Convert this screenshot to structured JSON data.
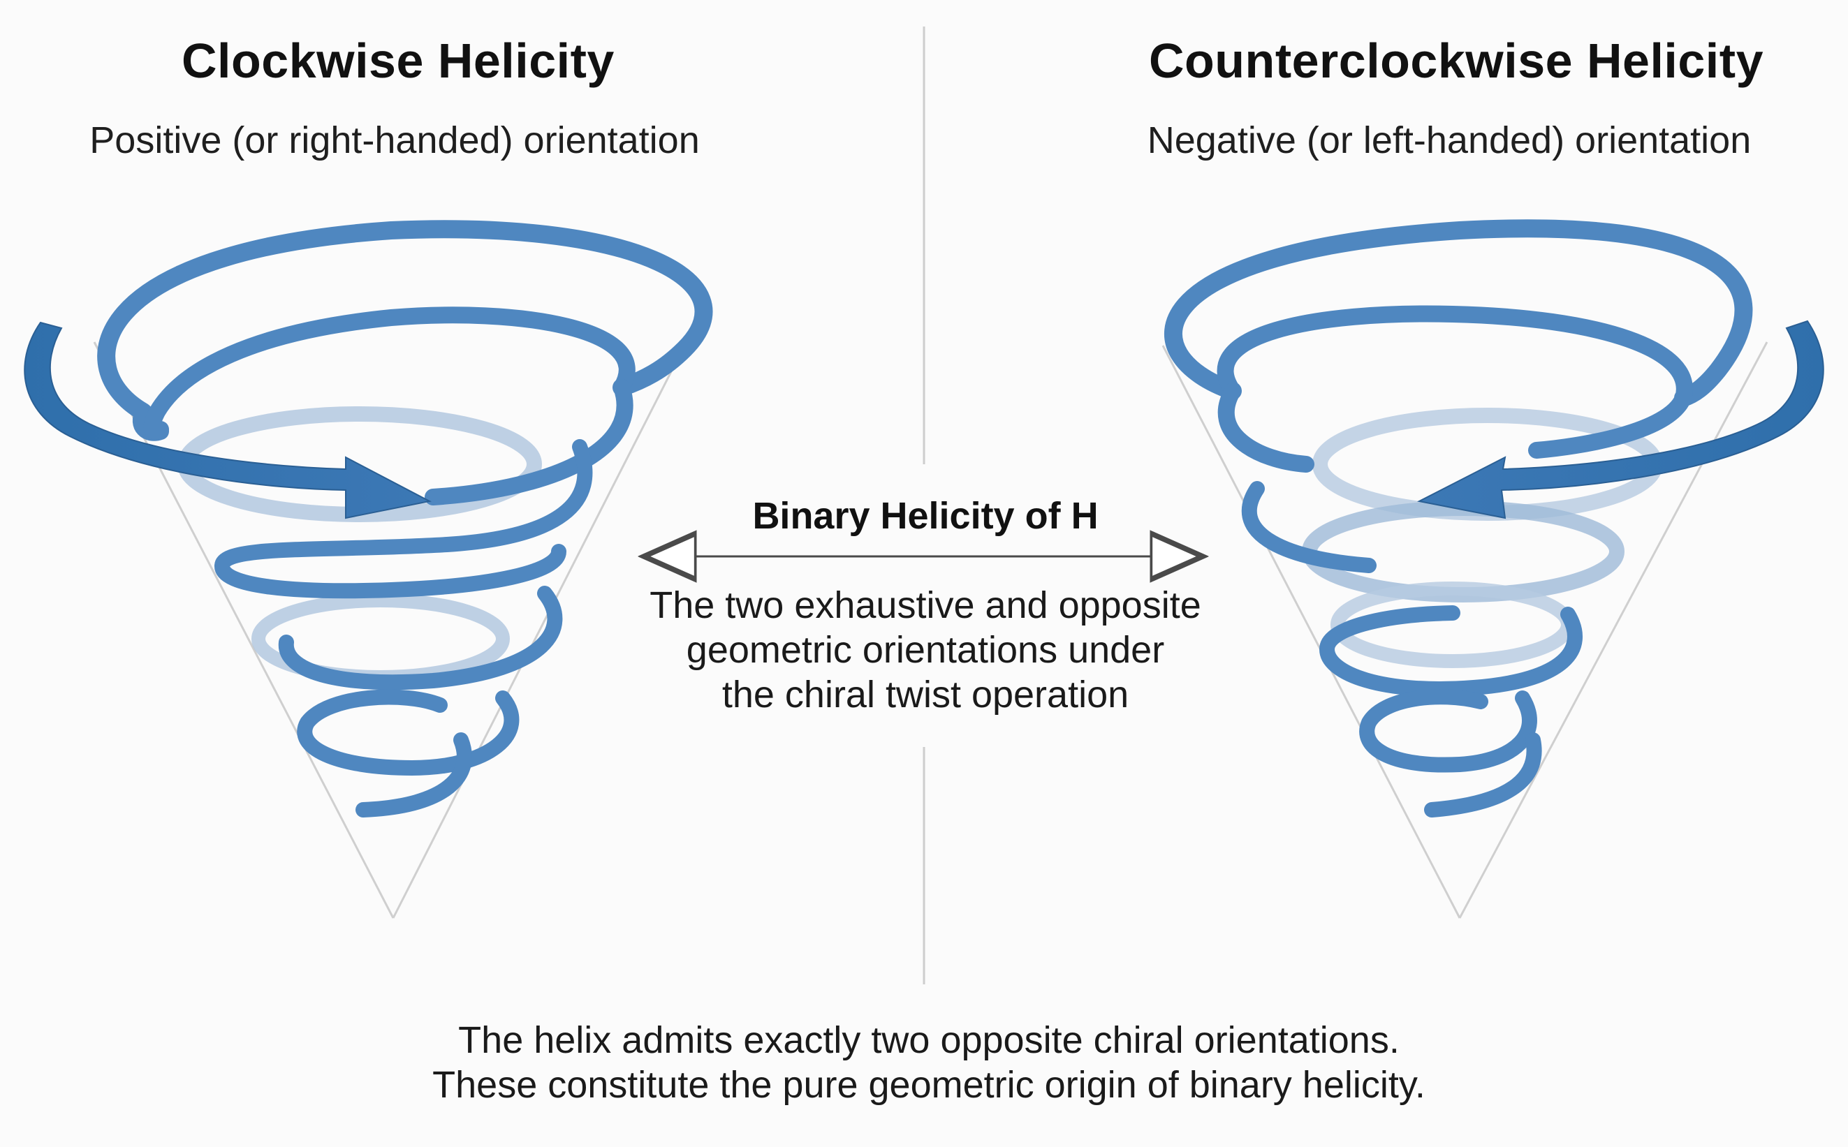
{
  "left": {
    "title": "Clockwise Helicity",
    "subtitle": "Positive (or right-handed) orientation"
  },
  "right": {
    "title": "Counterclockwise Helicity",
    "subtitle": "Negative (or left-handed) orientation"
  },
  "center": {
    "heading": "Binary Helicity of H",
    "description_lines": [
      "The two exhaustive and opposite",
      "geometric orientations under",
      "the chiral twist operation"
    ]
  },
  "footer": {
    "lines": [
      "The helix admits exactly two opposite chiral orientations.",
      "These constitute the pure geometric origin of binary helicity."
    ]
  },
  "colors": {
    "helix_blue": "#4f87c0",
    "helix_dark": "#2f6fab",
    "helix_light": "#7aa4d1",
    "helix_faded": "#b8cbe0",
    "cone_line": "#cfcfcf",
    "divider": "#cdcdcd",
    "text": "#111111"
  },
  "icons": {
    "left_rotation_arrow": "clockwise-arrow-icon",
    "right_rotation_arrow": "counterclockwise-arrow-icon",
    "center_double_arrow": "double-headed-arrow-icon"
  }
}
